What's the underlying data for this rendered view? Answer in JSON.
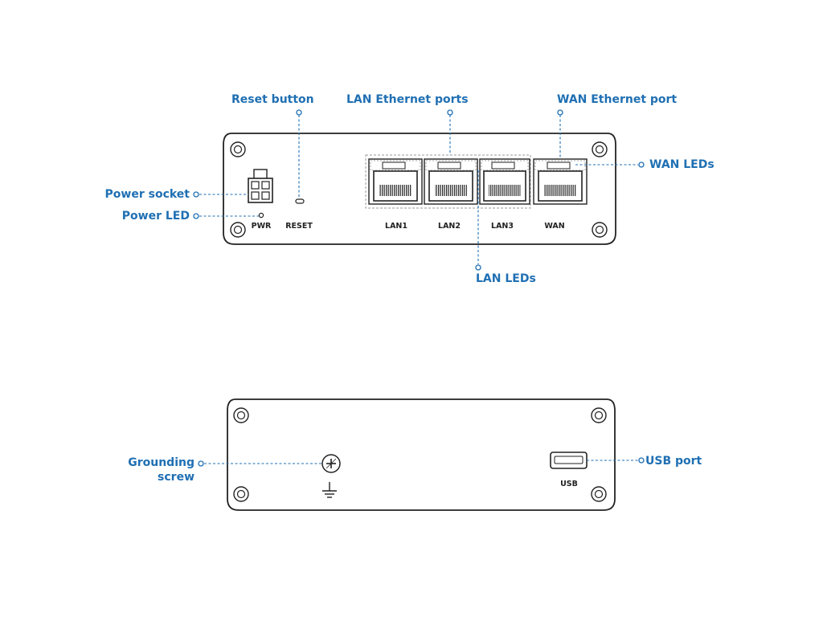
{
  "callouts": {
    "reset_button": "Reset button",
    "lan_ethernet_ports": "LAN Ethernet ports",
    "wan_ethernet_port": "WAN Ethernet port",
    "wan_leds": "WAN LEDs",
    "power_socket": "Power socket",
    "power_led": "Power LED",
    "lan_leds": "LAN LEDs",
    "grounding_screw_line1": "Grounding",
    "grounding_screw_line2": "screw",
    "usb_port": "USB port"
  },
  "front_panel": {
    "pwr": "PWR",
    "reset": "RESET",
    "ports": [
      "LAN1",
      "LAN2",
      "LAN3",
      "WAN"
    ]
  },
  "back_panel": {
    "usb": "USB"
  },
  "colors": {
    "accent": "#1f6fb3",
    "outline": "#222222"
  }
}
